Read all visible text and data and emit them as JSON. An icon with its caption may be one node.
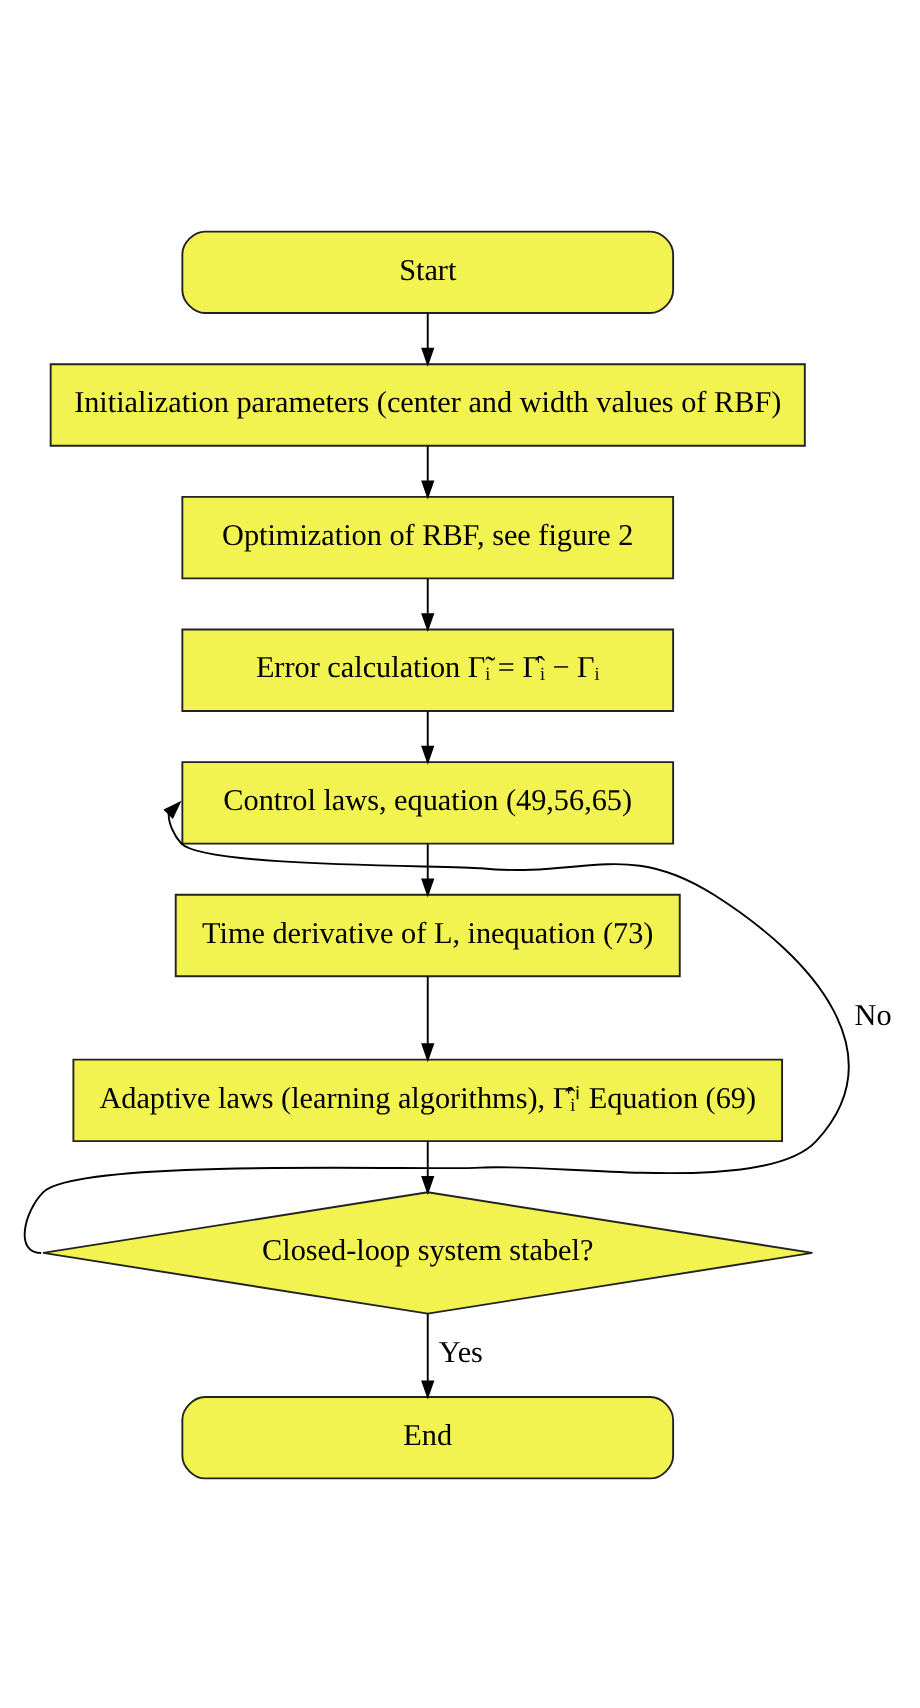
{
  "diagram": {
    "nodes": [
      {
        "text": [
          "Start"
        ]
      },
      {
        "text": [
          "Initialization parameters (center and width values of RBF)"
        ]
      },
      {
        "text": [
          "Optimization of RBF, see figure 2"
        ]
      },
      {
        "text": [
          "Error calculation Γ̃ᵢ = Γ̂ᵢ − Γᵢ"
        ]
      },
      {
        "text": [
          "Control laws, equation (49,56,65)"
        ]
      },
      {
        "text": [
          "Time derivative of L, inequation (73)"
        ]
      },
      {
        "text": [
          "Adaptive laws (learning algorithms), Γ̂̇ᵢⁱ Equation (69)"
        ]
      },
      {
        "text": [
          "Closed-loop system stabel?"
        ]
      },
      {
        "text": [
          "End"
        ]
      }
    ],
    "edges": [
      {
        "from": 0,
        "to": 1,
        "arrow": "to"
      },
      {
        "from": 1,
        "to": 2,
        "arrow": "to"
      },
      {
        "from": 2,
        "to": 3,
        "arrow": "to"
      },
      {
        "from": 3,
        "to": 4,
        "arrow": "to"
      },
      {
        "from": 4,
        "to": 5,
        "arrow": "to"
      },
      {
        "from": 5,
        "to": 6,
        "arrow": "to"
      },
      {
        "from": 6,
        "to": 7,
        "arrow": "to"
      },
      {
        "from": 7,
        "to": 4,
        "label": "No",
        "arrow": "to"
      },
      {
        "from": 7,
        "to": 8,
        "label": "Yes",
        "arrow": "to"
      }
    ]
  }
}
